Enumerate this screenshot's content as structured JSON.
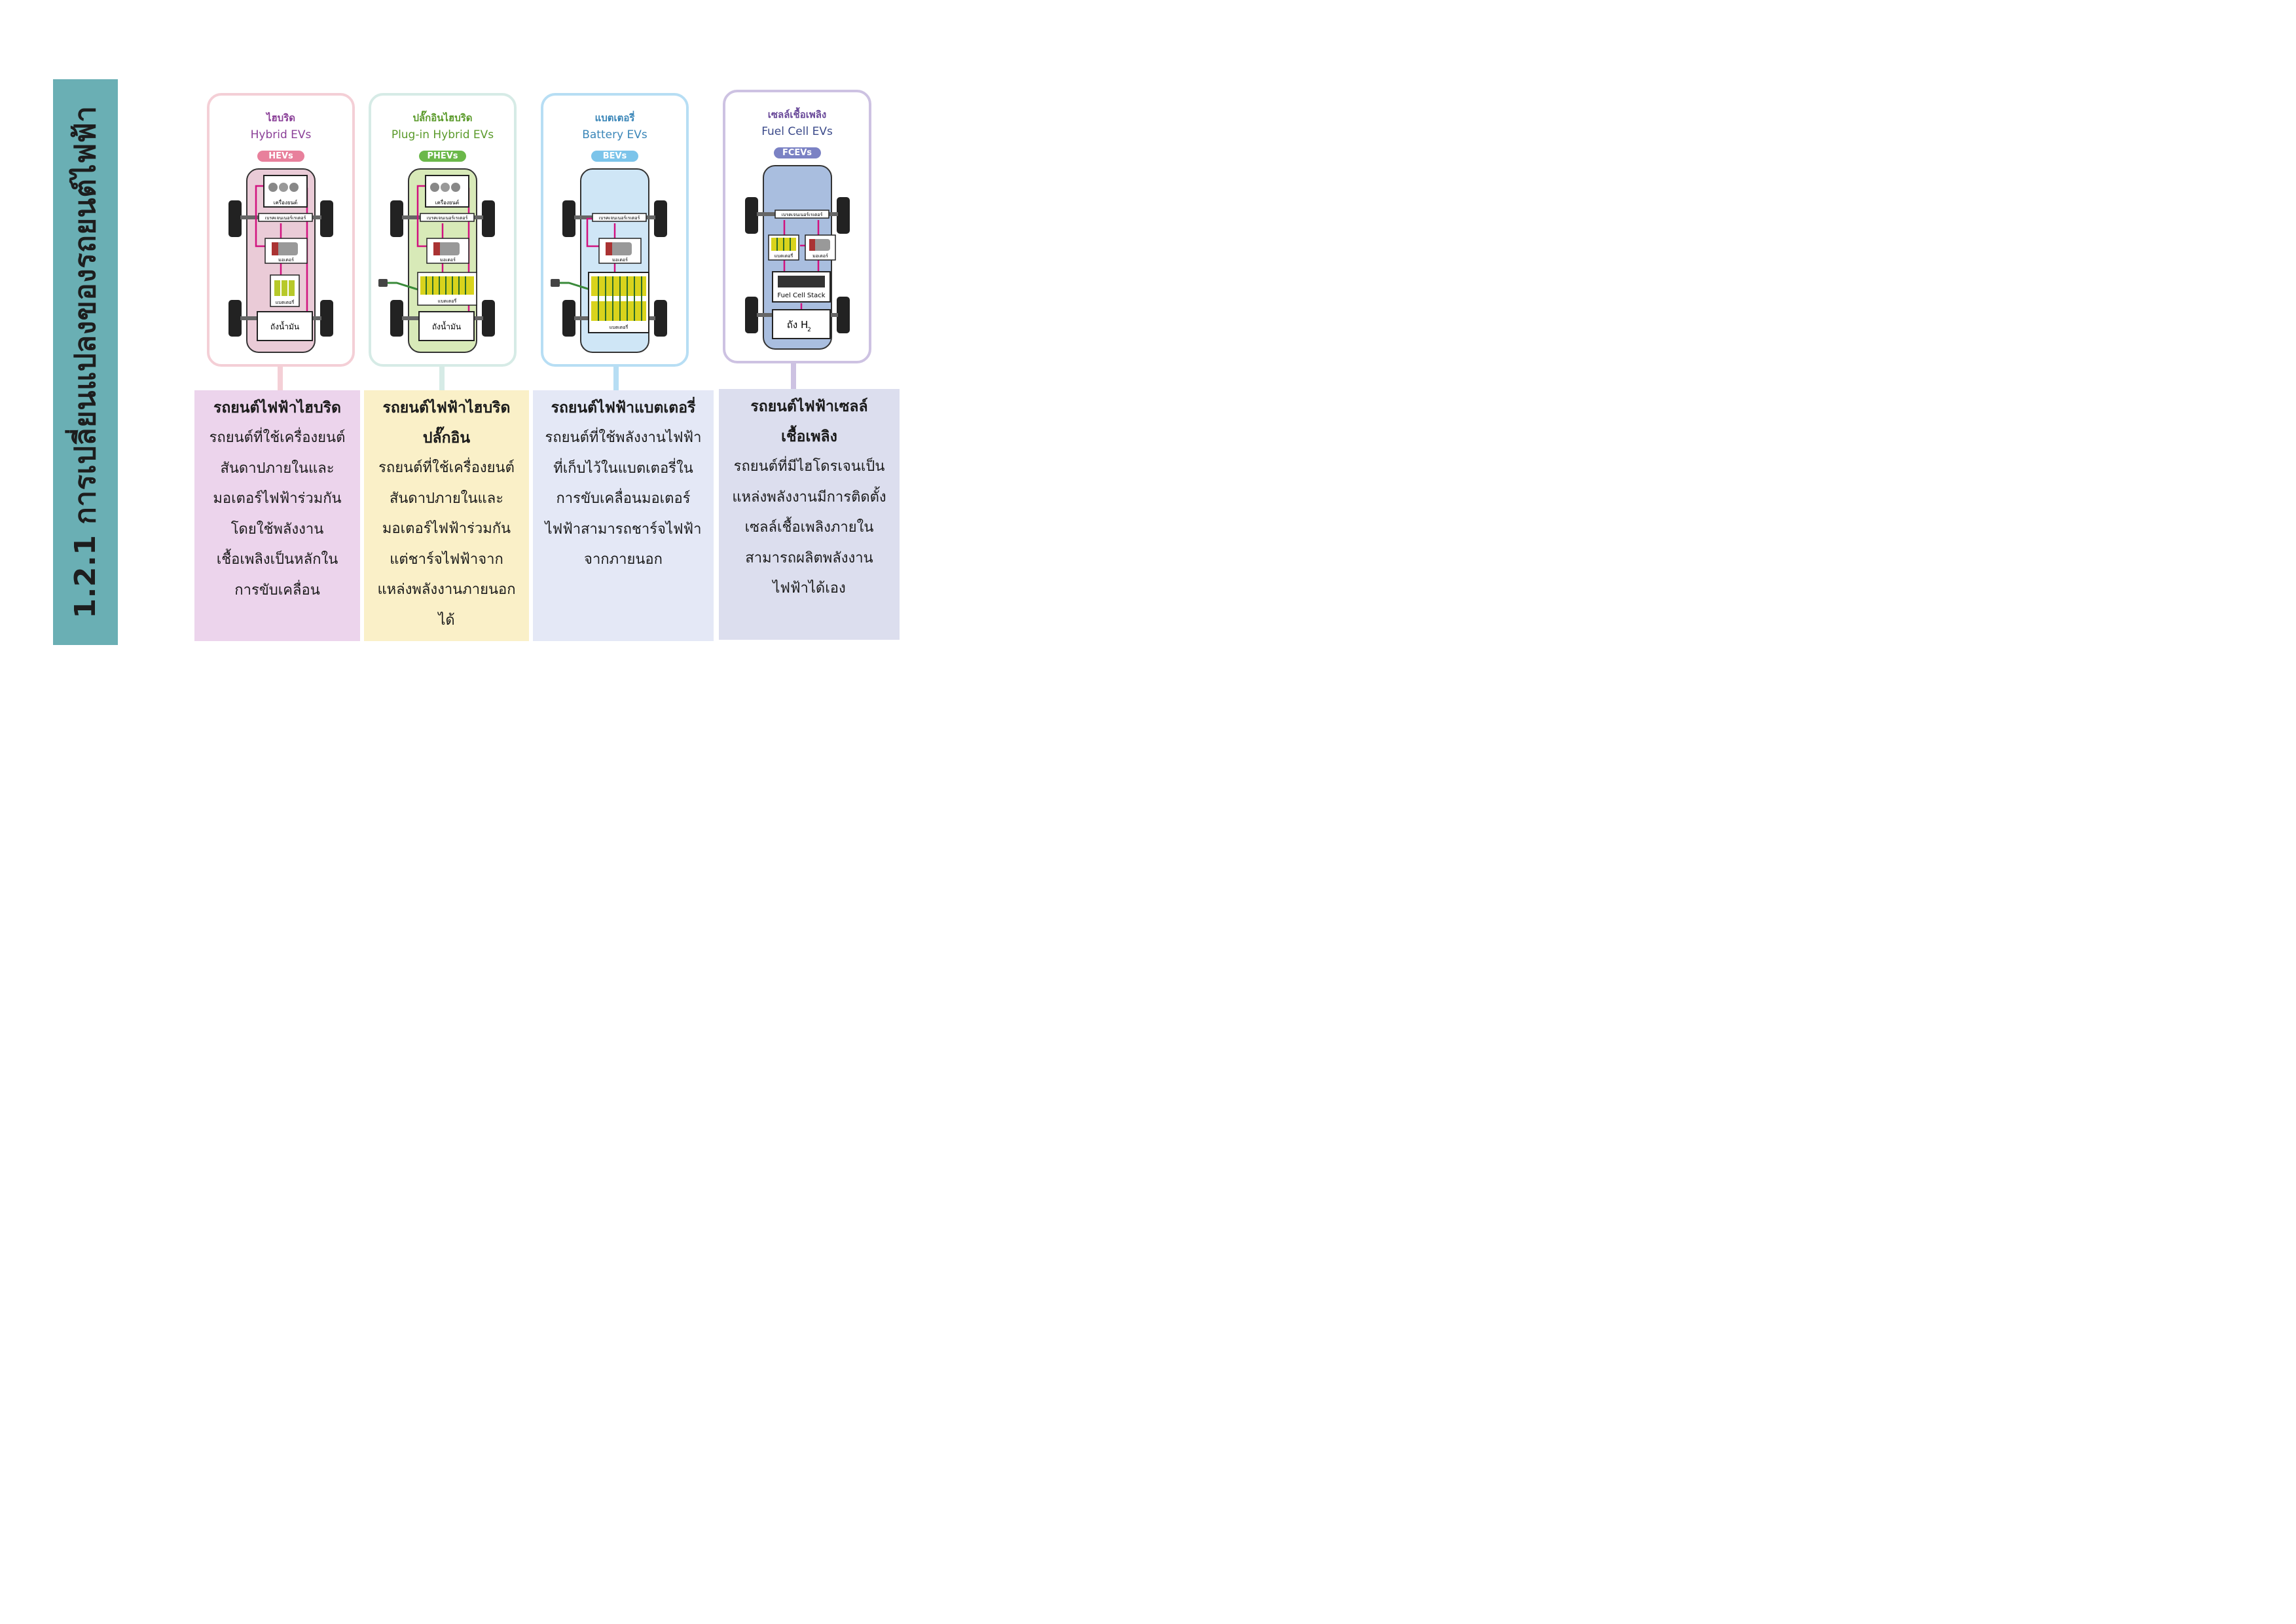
{
  "title": "1.2.1 การเปลี่ยนแปลงของรถยนต์ไฟฟ้า",
  "labels": {
    "engine": "เครื่องยนต์",
    "generator": "เบรคเจนเนอร์เรเตอร์",
    "motor": "มอเตอร์",
    "battery": "แบตเตอรี่",
    "fuel_tank": "ถังน้ำมัน",
    "fuel_cell_stack": "Fuel Cell Stack",
    "h2_tank": "ถัง H",
    "h2_sub": "2"
  },
  "cards": [
    {
      "thai": "ไฮบริด",
      "english": "Hybrid EVs",
      "badge": "HEVs",
      "box_title": "รถยนต์ไฟฟ้าไฮบริด",
      "box_lines": [
        "รถยนต์ที่ใช้เครื่องยนต์",
        "สันดาปภายในและ",
        "มอเตอร์ไฟฟ้าร่วมกัน",
        "โดยใช้พลังงาน",
        "เชื้อเพลิงเป็นหลักใน",
        "การขับเคลื่อน"
      ]
    },
    {
      "thai": "ปลั๊กอินไฮบริด",
      "english": "Plug-in Hybrid EVs",
      "badge": "PHEVs",
      "box_title": "รถยนต์ไฟฟ้าไฮบริด ปลั๊กอิน",
      "box_lines": [
        "รถยนต์ที่ใช้เครื่องยนต์",
        "สันดาปภายในและ",
        "มอเตอร์ไฟฟ้าร่วมกัน",
        "แต่ชาร์จไฟฟ้าจาก",
        "แหล่งพลังงานภายนอก",
        "ได้"
      ]
    },
    {
      "thai": "แบตเตอรี่",
      "english": "Battery EVs",
      "badge": "BEVs",
      "box_title": "รถยนต์ไฟฟ้าแบตเตอรี่",
      "box_lines": [
        "รถยนต์ที่ใช้พลังงานไฟฟ้า",
        "ที่เก็บไว้ในแบตเตอรี่ใน",
        "การขับเคลื่อนมอเตอร์",
        "ไฟฟ้าสามารถชาร์จไฟฟ้า",
        "จากภายนอก"
      ]
    },
    {
      "thai": "เซลล์เชื้อเพลิง",
      "english": "Fuel Cell EVs",
      "badge": "FCEVs",
      "box_title": "รถยนต์ไฟฟ้าเซลล์ เชื้อเพลิง",
      "box_lines": [
        "รถยนต์ที่มีไฮโดรเจนเป็น",
        "แหล่งพลังงานมีการติดตั้ง",
        "เซลล์เชื้อเพลิงภายใน",
        "สามารถผลิตพลังงาน",
        "ไฟฟ้าได้เอง"
      ]
    }
  ],
  "colors": {
    "sidebar": "#6aafb4",
    "hev": "#e8809c",
    "phev": "#6bb84a",
    "bev": "#7cc4ea",
    "fcev": "#7b82c4",
    "pink_line": "#d1127f"
  }
}
